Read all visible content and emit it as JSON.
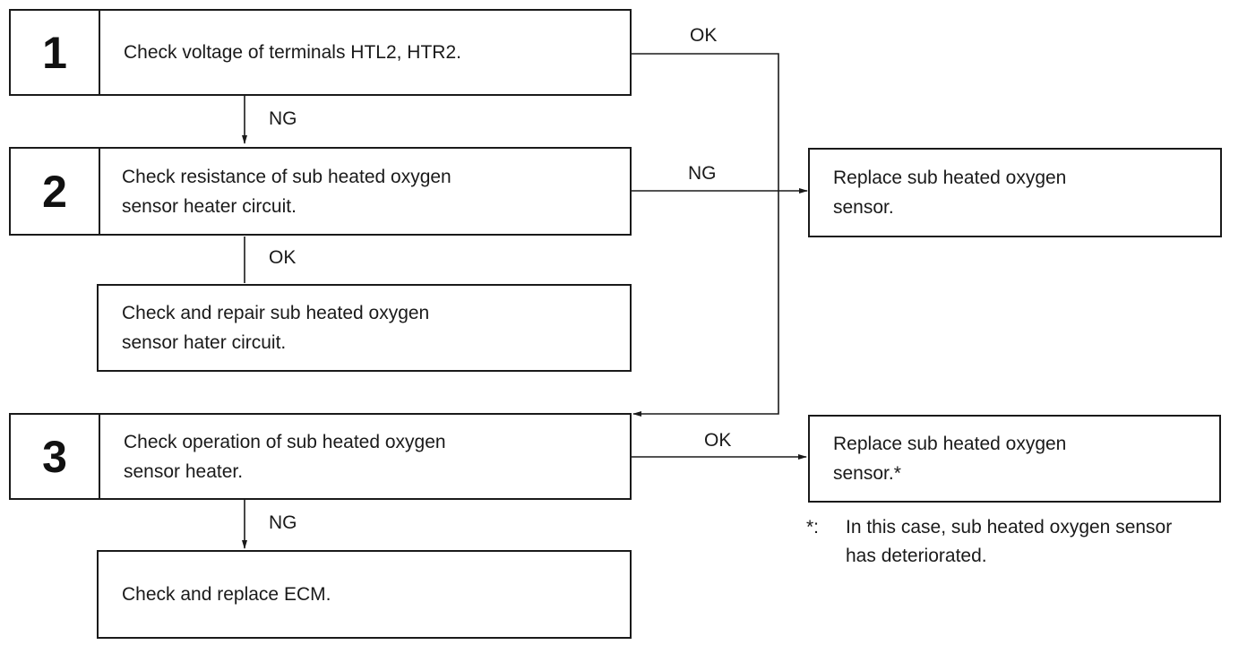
{
  "steps": {
    "s1": {
      "number": "1",
      "text": "Check voltage of terminals HTL2, HTR2."
    },
    "s2": {
      "number": "2",
      "text": "Check resistance of sub heated oxygen\nsensor heater circuit."
    },
    "s3": {
      "number": "3",
      "text": "Check operation of sub heated oxygen\nsensor heater."
    }
  },
  "actions": {
    "repair_circuit": "Check and repair sub heated oxygen\nsensor hater circuit.",
    "replace_ecm": "Check and replace ECM.",
    "replace_sensor": "Replace sub heated oxygen\nsensor.",
    "replace_sensor_star": "Replace sub heated oxygen\nsensor.*"
  },
  "edges": {
    "s1_ok": "OK",
    "s1_ng": "NG",
    "s2_ng": "NG",
    "s2_ok": "OK",
    "s3_ok": "OK",
    "s3_ng": "NG"
  },
  "footnote": {
    "marker": "*:",
    "line1": "In this case, sub heated oxygen sensor",
    "line2": "has deteriorated."
  }
}
